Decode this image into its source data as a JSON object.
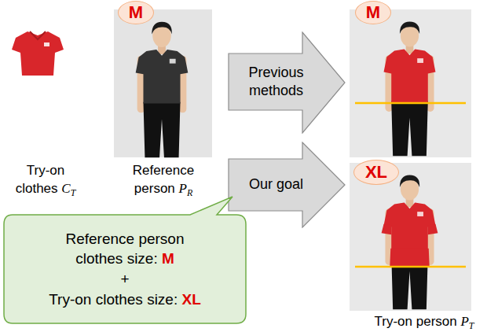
{
  "diagram": {
    "nodes": [
      {
        "text": [
          "M"
        ]
      },
      {
        "text": [
          "Previous methods"
        ]
      },
      {
        "text": [
          "M"
        ]
      },
      {
        "text": [
          "Our goal"
        ]
      },
      {
        "text": [
          "XL"
        ]
      },
      {
        "text": [
          "Reference person clothes size:",
          "M",
          "+",
          "Try-on clothes size:",
          "XL"
        ]
      }
    ],
    "labels": [
      "Try-on clothes",
      "C",
      "T",
      "Reference person",
      "P",
      "R",
      "Try-on person",
      "P",
      "T"
    ]
  }
}
